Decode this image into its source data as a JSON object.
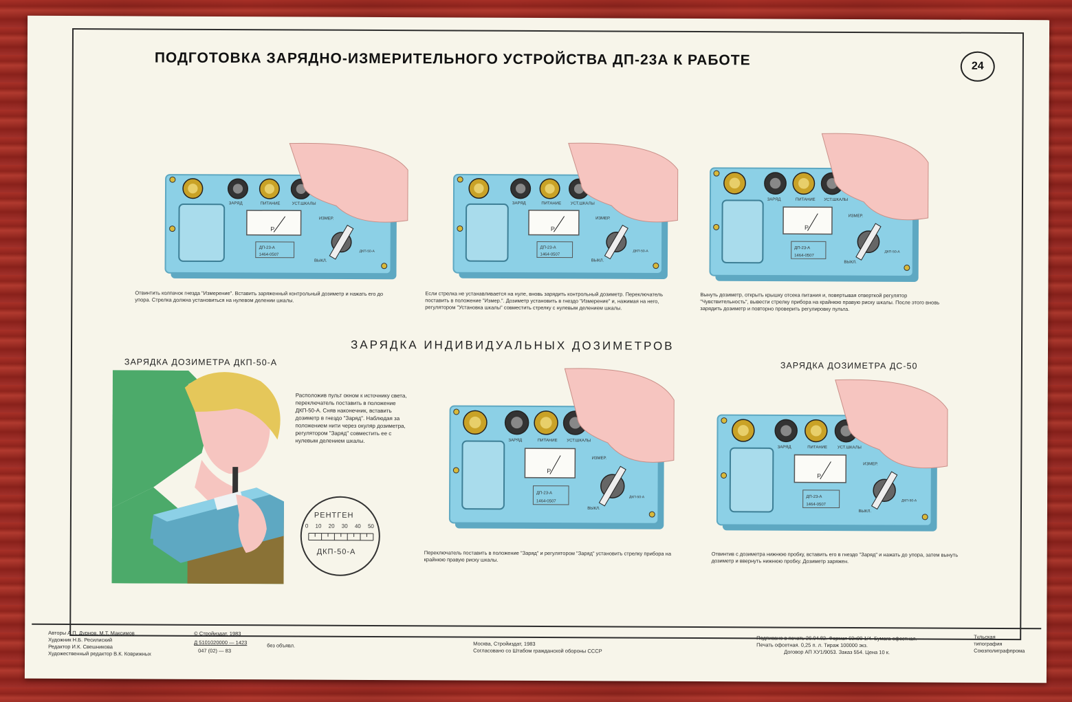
{
  "poster": {
    "title": "ПОДГОТОВКА ЗАРЯДНО-ИЗМЕРИТЕЛЬНОГО УСТРОЙСТВА ДП-23А К РАБОТЕ",
    "page_number": "24"
  },
  "device": {
    "labels": {
      "zaryad": "ЗАРЯД",
      "pitanie": "ПИТАНИЕ",
      "ustshkaly": "УСТ.ШКАЛЫ",
      "izmer": "ИЗМЕР.",
      "vykl": "ВЫКЛ.",
      "dkp": "ДКП-50-А",
      "model": "ДП-23-А",
      "serial": "1464-0507",
      "meter_mark": "Р"
    }
  },
  "steps": {
    "step1_caption": "Отвинтить колпачок гнезда \"Измерение\". Вставить заряженный контрольный дозиметр и нажать его до упора. Стрелка должна установиться на нулевом делении шкалы.",
    "step2_caption": "Если стрелка не устанавливается на нуле, вновь зарядить контрольный дозиметр. Переключатель поставить в положение \"Измер.\". Дозиметр установить в гнездо \"Измерение\" и, нажимая на него, регулятором \"Установка шкалы\" совместить стрелку с нулевым делением шкалы.",
    "step3_caption": "Вынуть дозиметр, открыть крышку отсека питания и, повертывая отверткой регулятор \"Чувствительность\", вывести стрелку прибора на крайнюю правую риску шкалы. После этого вновь зарядить дозиметр и повторно проверить регулировку пульта."
  },
  "charging": {
    "section_title": "ЗАРЯДКА ИНДИВИДУАЛЬНЫХ ДОЗИМЕТРОВ",
    "dkp_title": "ЗАРЯДКА ДОЗИМЕТРА ДКП-50-А",
    "dkp_text": "Расположив пульт окном к источнику света, переключатель поставить в положение ДКП-50-А. Сняв наконечник, вставить дозиметр в гнездо \"Заряд\". Наблюдая за положением нити через окуляр дозиметра, регулятором \"Заряд\" совместить ее с нулевым делением шкалы.",
    "ds_title": "ЗАРЯДКА ДОЗИМЕТРА ДС-50",
    "mid_caption": "Переключатель поставить в положение \"Заряд\" и регулятором \"Заряд\" установить стрелку прибора на крайнюю правую риску шкалы.",
    "ds_caption": "Отвинтив с дозиметра нижнюю пробку, вставить его в гнездо \"Заряд\" и нажать до упора, затем вынуть дозиметр и ввернуть нижнюю пробку. Дозиметр заряжен."
  },
  "scale": {
    "unit": "РЕНТГЕН",
    "ticks": [
      "0",
      "10",
      "20",
      "30",
      "40",
      "50"
    ],
    "model": "ДКП-50-А"
  },
  "footer": {
    "authors_1": "Авторы А.П. Дурнов, М.Т. Максимов",
    "authors_2": "Художник Н.Б. Ресилиский",
    "authors_3": "Редактор И.К. Свешникова",
    "authors_4": "Художественный редактор В.К. Коврижных",
    "copyright": "© Стройиздат, 1983",
    "code_1": "Д 5101020000 — 1423",
    "code_2": "047 (02) — 83",
    "code_3": "без объявл.",
    "publisher_1": "Москва, Стройиздат, 1983",
    "publisher_2": "Согласовано со Штабом гражданской обороны СССР",
    "print_1": "Подписано в печать 26.04.82. Формат 60х90 1/4. Бумага офсетная.",
    "print_2": "Печать офсетная. 0,25 п. л.                Тираж 100000 экз.",
    "print_3": "Договор АП ХУ1/9053. Заказ 554. Цена 10 к.",
    "printer_1": "Тульская",
    "printer_2": "типография",
    "printer_3": "Союзполиграфпрома"
  },
  "colors": {
    "device": "#8cd0e6",
    "device_dark": "#5ea8c2",
    "hand": "#f6c5c0",
    "sleeve": "#4caa6a",
    "hair": "#e5c75a",
    "paper": "#f7f5ea"
  }
}
